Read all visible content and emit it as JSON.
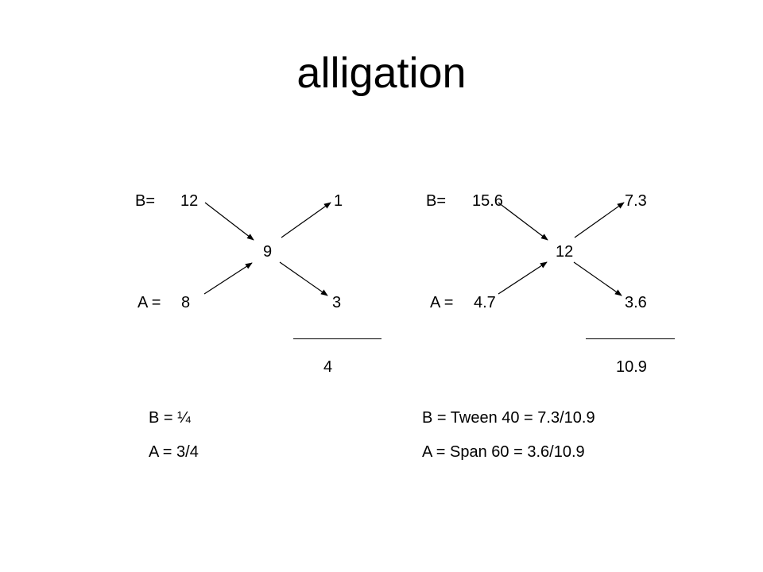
{
  "slide": {
    "title": "alligation",
    "left_diagram": {
      "b_label": "B=",
      "b_value": "12",
      "a_label": "A =",
      "a_value": "8",
      "center_value": "9",
      "right_top": "1",
      "right_bottom": "3",
      "total": "4"
    },
    "right_diagram": {
      "b_label": "B=",
      "b_value": "15.6",
      "a_label": "A =",
      "a_value": "4.7",
      "center_value": "12",
      "right_top": "7.3",
      "right_bottom": "3.6",
      "total": "10.9"
    },
    "results_left": {
      "line1": "B = ¼",
      "line2": "A = 3/4"
    },
    "results_right": {
      "line1": "B = Tween 40 = 7.3/10.9",
      "line2": "A = Span 60 = 3.6/10.9"
    }
  }
}
